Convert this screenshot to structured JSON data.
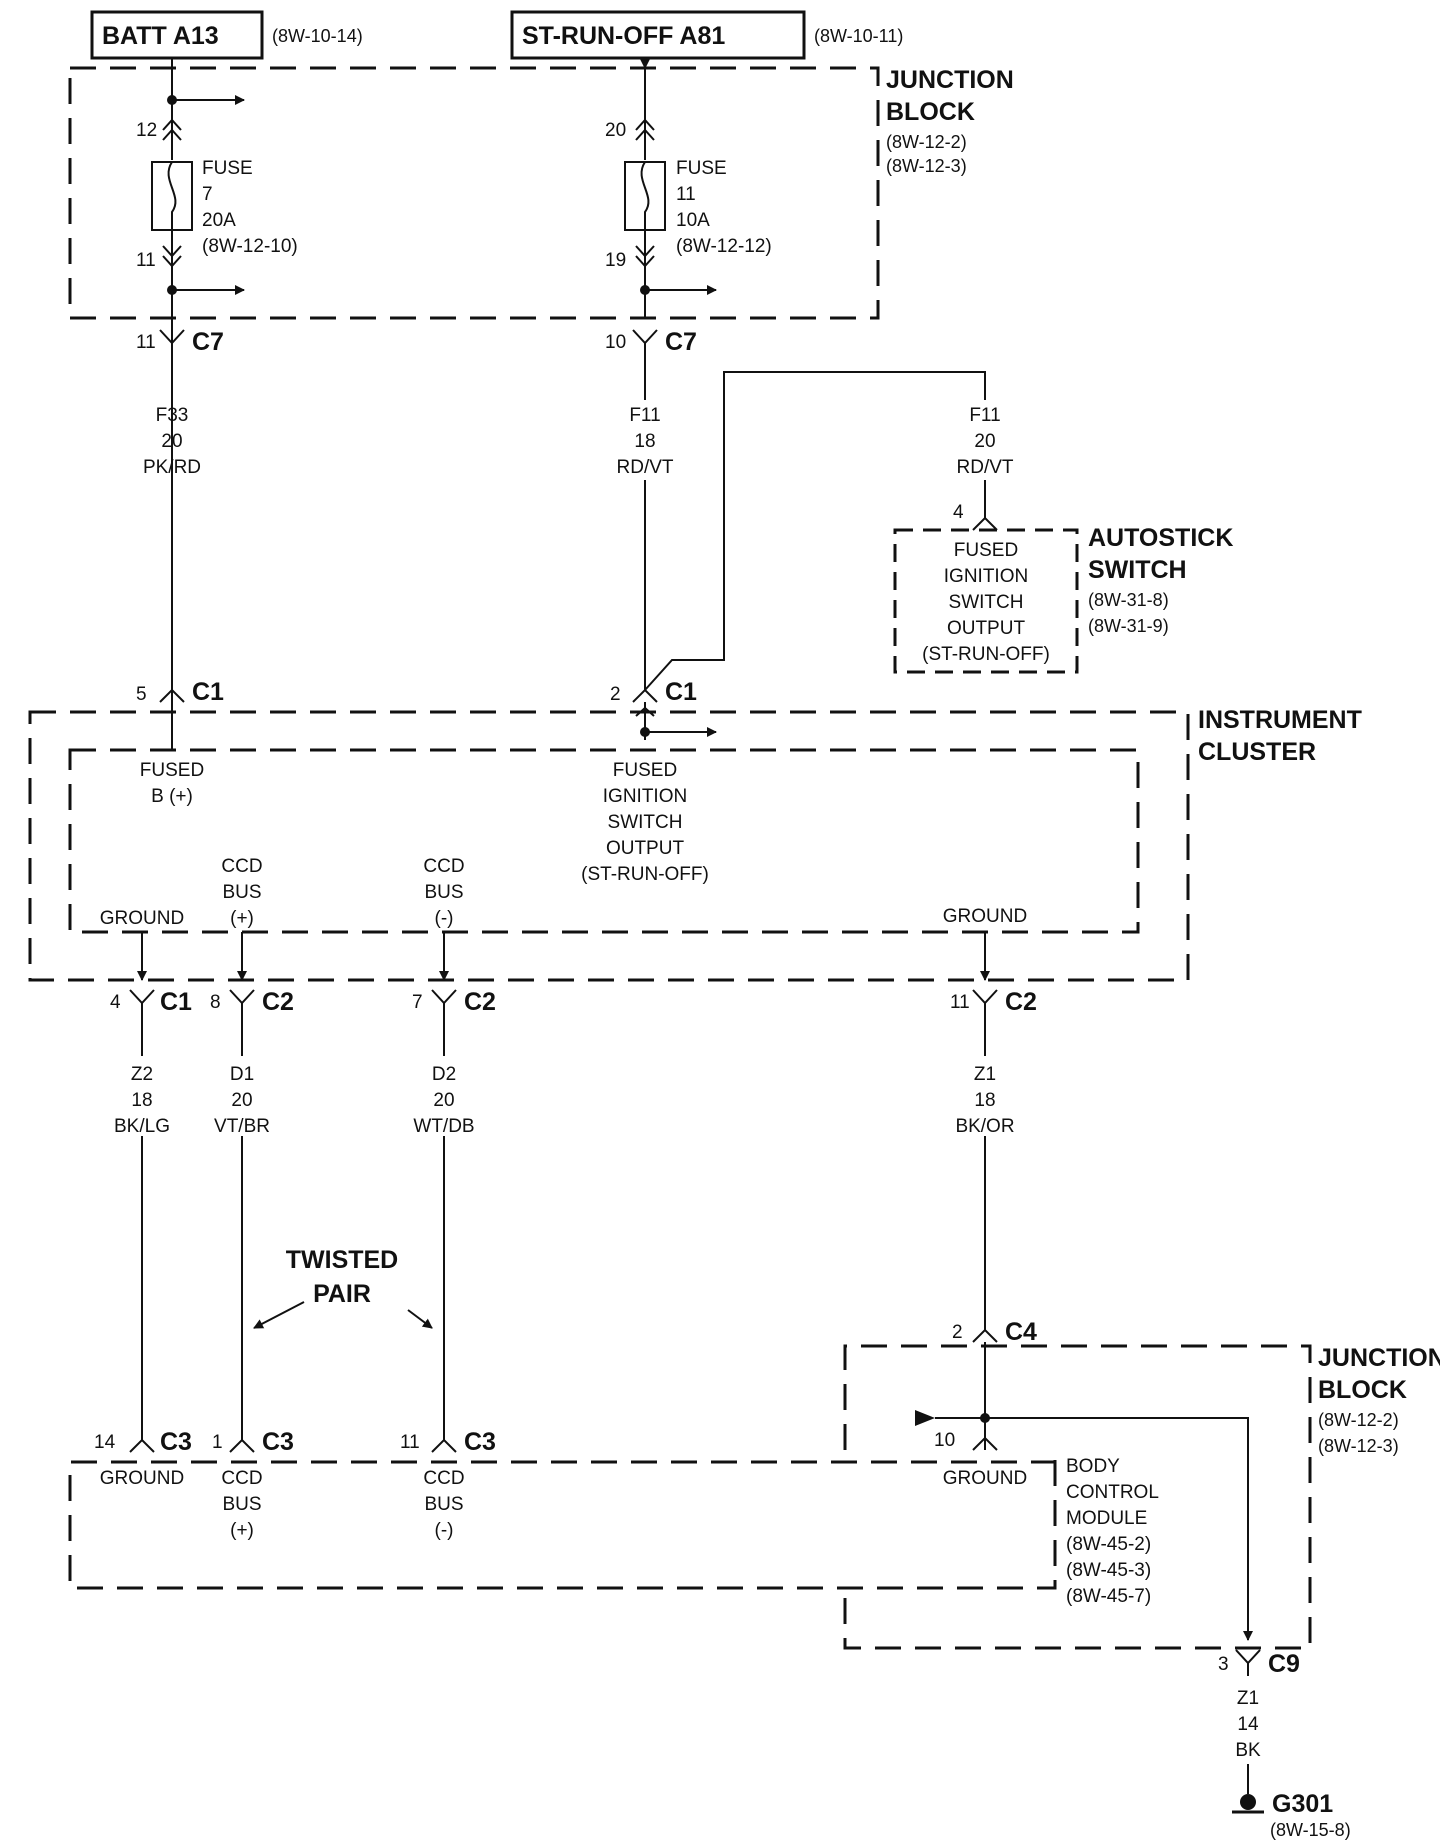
{
  "sources": {
    "batt": {
      "label": "BATT A13",
      "ref": "(8W-10-14)"
    },
    "strun": {
      "label": "ST-RUN-OFF A81",
      "ref": "(8W-10-11)"
    }
  },
  "junction_block_top": {
    "title1": "JUNCTION",
    "title2": "BLOCK",
    "ref1": "(8W-12-2)",
    "ref2": "(8W-12-3)"
  },
  "fuse7": {
    "l1": "FUSE",
    "l2": "7",
    "l3": "20A",
    "l4": "(8W-12-10)",
    "pin_in": "12",
    "pin_out": "11"
  },
  "fuse11": {
    "l1": "FUSE",
    "l2": "11",
    "l3": "10A",
    "l4": "(8W-12-12)",
    "pin_in": "20",
    "pin_out": "19"
  },
  "c7a": {
    "pin": "11",
    "conn": "C7"
  },
  "c7b": {
    "pin": "10",
    "conn": "C7"
  },
  "wire_f33": {
    "circuit": "F33",
    "gauge": "20",
    "color": "PK/RD"
  },
  "wire_f11a": {
    "circuit": "F11",
    "gauge": "18",
    "color": "RD/VT"
  },
  "wire_f11b": {
    "circuit": "F11",
    "gauge": "20",
    "color": "RD/VT"
  },
  "autostick": {
    "pin": "4",
    "title1": "AUTOSTICK",
    "title2": "SWITCH",
    "ref1": "(8W-31-8)",
    "ref2": "(8W-31-9)",
    "lines": [
      "FUSED",
      "IGNITION",
      "SWITCH",
      "OUTPUT",
      "(ST-RUN-OFF)"
    ]
  },
  "c1a": {
    "pin": "5",
    "conn": "C1"
  },
  "c1b": {
    "pin": "2",
    "conn": "C1"
  },
  "cluster": {
    "title1": "INSTRUMENT",
    "title2": "CLUSTER",
    "fused_b": [
      "FUSED",
      "B (+)"
    ],
    "ign_out": [
      "FUSED",
      "IGNITION",
      "SWITCH",
      "OUTPUT",
      "(ST-RUN-OFF)"
    ],
    "ground1": "GROUND",
    "ccd_pos": [
      "CCD",
      "BUS",
      "(+)"
    ],
    "ccd_neg": [
      "CCD",
      "BUS",
      "(-)"
    ],
    "ground2": "GROUND"
  },
  "c1c": {
    "pin": "4",
    "conn": "C1"
  },
  "c2a": {
    "pin": "8",
    "conn": "C2"
  },
  "c2b": {
    "pin": "7",
    "conn": "C2"
  },
  "c2c": {
    "pin": "11",
    "conn": "C2"
  },
  "wire_z2": {
    "circuit": "Z2",
    "gauge": "18",
    "color": "BK/LG"
  },
  "wire_d1": {
    "circuit": "D1",
    "gauge": "20",
    "color": "VT/BR"
  },
  "wire_d2": {
    "circuit": "D2",
    "gauge": "20",
    "color": "WT/DB"
  },
  "wire_z1a": {
    "circuit": "Z1",
    "gauge": "18",
    "color": "BK/OR"
  },
  "twisted": {
    "l1": "TWISTED",
    "l2": "PAIR"
  },
  "c4": {
    "pin": "2",
    "conn": "C4"
  },
  "junction_block_bottom": {
    "title1": "JUNCTION",
    "title2": "BLOCK",
    "ref1": "(8W-12-2)",
    "ref2": "(8W-12-3)"
  },
  "c3a": {
    "pin": "14",
    "conn": "C3"
  },
  "c3b": {
    "pin": "1",
    "conn": "C3"
  },
  "c3c": {
    "pin": "11",
    "conn": "C3"
  },
  "bcm": {
    "ground_left": "GROUND",
    "ccd_pos": [
      "CCD",
      "BUS",
      "(+)"
    ],
    "ccd_neg": [
      "CCD",
      "BUS",
      "(-)"
    ],
    "pin10": "10",
    "ground_right": "GROUND",
    "lines": [
      "BODY",
      "CONTROL",
      "MODULE",
      "(8W-45-2)",
      "(8W-45-3)",
      "(8W-45-7)"
    ]
  },
  "c9": {
    "pin": "3",
    "conn": "C9"
  },
  "wire_z1b": {
    "circuit": "Z1",
    "gauge": "14",
    "color": "BK"
  },
  "ground_g301": {
    "label": "G301",
    "ref": "(8W-15-8)"
  }
}
